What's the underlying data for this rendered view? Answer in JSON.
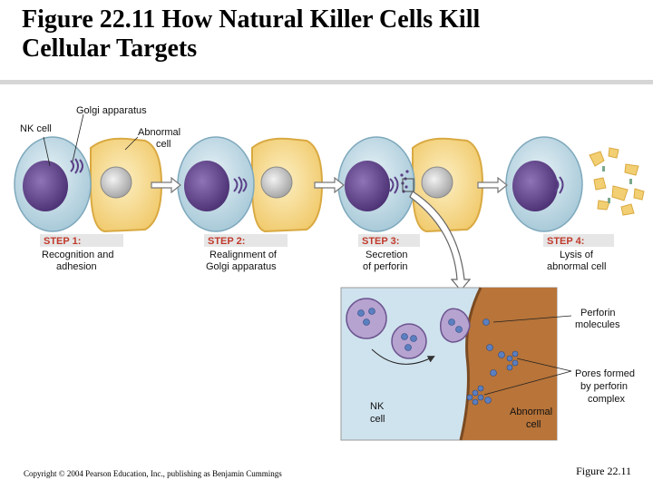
{
  "title": {
    "line1": "Figure 22.11  How Natural Killer Cells Kill",
    "line2": "Cellular Targets"
  },
  "labels": {
    "golgi": "Golgi apparatus",
    "nk_cell": "NK cell",
    "abnormal_cell_line1": "Abnormal",
    "abnormal_cell_line2": "cell"
  },
  "steps": [
    {
      "step": "STEP 1:",
      "line1": "Recognition and",
      "line2": "adhesion"
    },
    {
      "step": "STEP 2:",
      "line1": "Realignment of",
      "line2": "Golgi apparatus"
    },
    {
      "step": "STEP 3:",
      "line1": "Secretion",
      "line2": "of perforin"
    },
    {
      "step": "STEP 4:",
      "line1": "Lysis of",
      "line2": "abnormal cell"
    }
  ],
  "detail": {
    "perforin_line1": "Perforin",
    "perforin_line2": "molecules",
    "pores_line1": "Pores formed",
    "pores_line2": "by perforin",
    "pores_line3": "complex",
    "nk_line1": "NK",
    "nk_line2": "cell",
    "abnormal_line1": "Abnormal",
    "abnormal_line2": "cell"
  },
  "footer": {
    "copyright": "Copyright © 2004 Pearson Education, Inc., publishing as Benjamin Cummings",
    "figure_number": "Figure 22.11"
  },
  "colors": {
    "step_label": "#c0392b",
    "nk_cytoplasm": "#c8dfe8",
    "nk_nucleus": "#5a3f87",
    "abnormal_cytoplasm": "#f6dc8a",
    "abnormal_membrane": "#e0b84a",
    "arrow": "#8a8a8a",
    "detail_bg": "#cfe3ee",
    "detail_membrane": "#a9622e"
  }
}
